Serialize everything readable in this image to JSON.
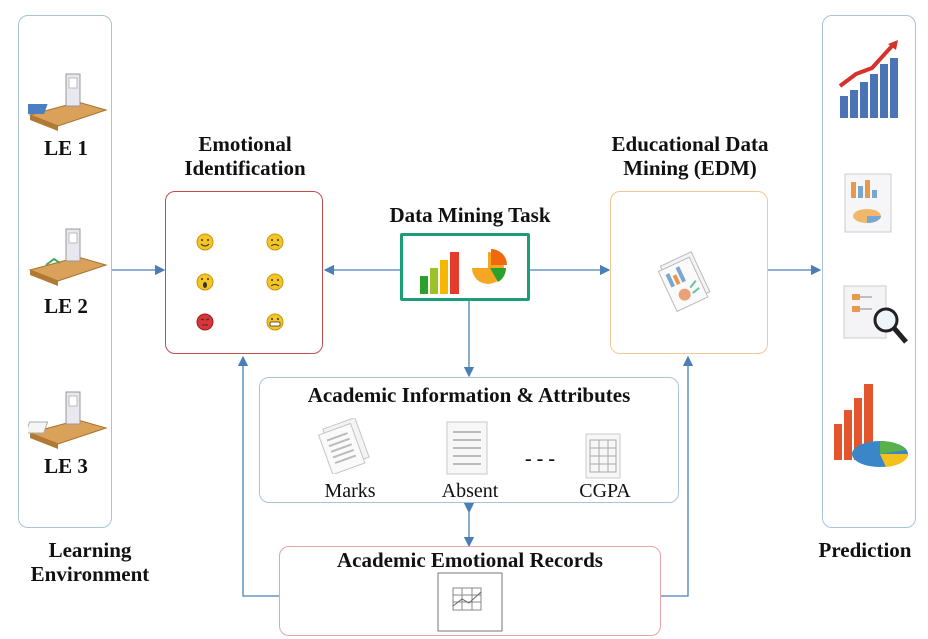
{
  "left": {
    "items": [
      "LE 1",
      "LE 2",
      "LE 3"
    ],
    "title_line1": "Learning",
    "title_line2": "Environment"
  },
  "emotional": {
    "title_line1": "Emotional",
    "title_line2": "Identification"
  },
  "task": {
    "title": "Data Mining Task"
  },
  "edm": {
    "title_line1": "Educational Data",
    "title_line2": "Mining (EDM)"
  },
  "academic": {
    "title": "Academic Information & Attributes",
    "items": [
      "Marks",
      "Absent",
      "CGPA"
    ],
    "ellipsis": "- - -"
  },
  "records": {
    "title": "Academic Emotional Records"
  },
  "right": {
    "title": "Prediction"
  },
  "colors": {
    "panel_border": "#a7c4d9",
    "emotion_border": "#c0504d",
    "edm_border": "#f0c89a",
    "task_border": "#1b9e77",
    "records_border": "#e6a3a8",
    "arrow": "#4a7fb5"
  }
}
